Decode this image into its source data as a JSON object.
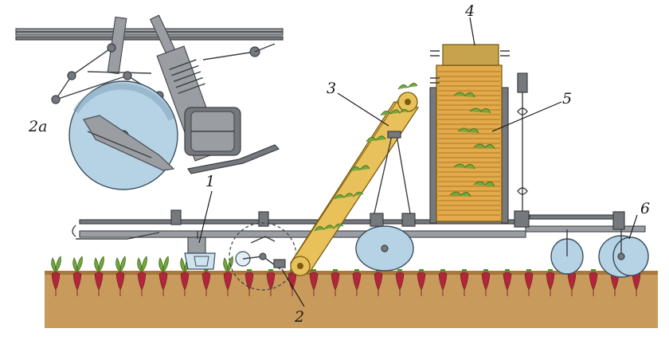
{
  "figure": {
    "callouts": {
      "inset": "2a",
      "c1": "1",
      "c2": "2",
      "c3": "3",
      "c4": "4",
      "c5": "5",
      "c6": "6"
    },
    "colors": {
      "soil": "#c89a5c",
      "soil_edge": "#a9783c",
      "root": "#b2263a",
      "foliage": "#74a83e",
      "conveyor": "#e8c15a",
      "disc": "#b6d3e6",
      "frame": "#9a9ea3"
    }
  }
}
